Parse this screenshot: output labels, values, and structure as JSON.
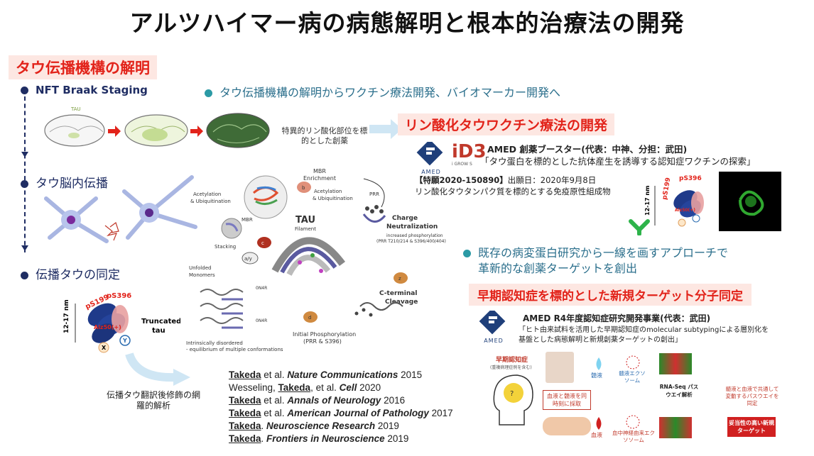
{
  "title": "アルツハイマー病の病態解明と根本的治療法の開発",
  "left": {
    "section_title": "タウ伝播機構の解明",
    "items": [
      {
        "label": "NFT Braak Staging"
      },
      {
        "label": "タウ脳内伝播"
      },
      {
        "label": "伝播タウの同定"
      }
    ],
    "brain_label": "TAU",
    "tau_labels": {
      "pS199": "pS199",
      "pS396": "pS396",
      "alz50": "Alz50(+)",
      "size": "12-17 nm",
      "truncated": "Truncated tau",
      "x": "X",
      "y": "Y"
    },
    "ptm_caption": "伝播タウ翻訳後修飾の網羅的解析"
  },
  "center": {
    "bullet": "タウ伝播機構の解明からワクチン療法開発、バイオマーカー開発へ",
    "site_caption": "特異的リン酸化部位を標的とした創薬",
    "diagram_labels": {
      "mbr": "MBR Enrichment",
      "acet_left": "Acetylation & Ubiquitination",
      "acet_right": "Acetylation & Ubiquitination",
      "prr": "PRR",
      "charge": "Charge Neutralization",
      "inc_phos": "increased phosphorylation (PRR T210/214 & S396/400/404)",
      "tau": "TAU",
      "filament": "Filament",
      "mbr_small": "MBR",
      "stacking": "Stacking",
      "unfolded": "Unfolded Monomers",
      "ay": "a/y",
      "b": "b",
      "c": "c",
      "d": "d",
      "z": "z",
      "on4r": "0N4R",
      "ctermc": "C-terminal Cleavage",
      "initial": "Initial Phosphorylation (PRR & S396)",
      "intrinsic": "Intrinsically disordered - equilibrium of multiple conformations"
    },
    "references": [
      {
        "author": "Takeda",
        "mid": " et al. ",
        "journal": "Nature Communications",
        "year": " 2015"
      },
      {
        "pre": "Wesseling, ",
        "author": "Takeda",
        "mid": ", et al. ",
        "journal": "Cell",
        "year": " 2020"
      },
      {
        "author": "Takeda",
        "mid": " et al. ",
        "journal": "Annals of Neurology",
        "year": " 2016"
      },
      {
        "author": "Takeda",
        "mid": " et al. ",
        "journal": "American Journal of Pathology",
        "year": " 2017"
      },
      {
        "author": "Takeda",
        "mid": ". ",
        "journal": "Neuroscience Research",
        "year": " 2019"
      },
      {
        "author": "Takeda",
        "mid": ". ",
        "journal": "Frontiers in Neuroscience",
        "year": " 2019"
      }
    ]
  },
  "right": {
    "vaccine_title": "リン酸化タウワクチン療法の開発",
    "amed_label": "AMED",
    "id3_label": "iD3",
    "id3_sub": "i GROW S",
    "booster_line1": "AMED 創薬ブースター(代表：中神、分担：武田)",
    "booster_line2": "「タウ蛋白を標的とした抗体産生を誘導する認知症ワクチンの探索」",
    "patent_line1_bold": "【特願2020-150890】",
    "patent_line1_rest": "出願日：2020年9月8日",
    "patent_line2": "リン酸化タウタンパク質を標的とする免疫原性組成物",
    "bullet2_line1": "既存の病変蛋白研究から一線を画すアプローチで",
    "bullet2_line2": "革新的な創薬ターゲットを創出",
    "early_title": "早期認知症を標的とした新規ターゲット分子同定",
    "r4_line1": "AMED R4年度認知症研究開発事業(代表：武田)",
    "r4_line2": "「ヒト由来試料を活用した早期認知症のmolecular subtypingによる層別化を",
    "r4_line3": "基盤とした病態解明と新規創薬ターゲットの創出」",
    "flow": {
      "early": "早期認知症",
      "early_sub": "(重複病理症例を含む)",
      "simultaneous": "血液と髄液を同時刻に採取",
      "csf": "髄液",
      "csf_exo": "髄液エクソソーム",
      "blood": "血液",
      "blood_exo": "血中神経由来エクソソーム",
      "rnaseq": "RNA-Seq パスウエイ解析",
      "common": "髄液と血液で共通して変動するパスウエイを同定",
      "target": "妥当性の高い新規ターゲット"
    }
  }
}
